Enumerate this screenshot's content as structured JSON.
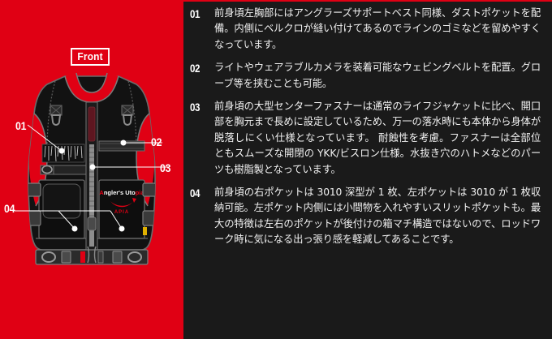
{
  "colors": {
    "brand_red": "#e00014",
    "panel_dark": "#1a1a1a",
    "text": "#f2f2f2",
    "vest_black": "#141414",
    "stitch_grey": "#6e6e6e"
  },
  "left_panel": {
    "view_label": "Front",
    "product_logo": {
      "brand_top": "Angler's Utopia",
      "brand_bottom": "APIA"
    },
    "callouts": [
      {
        "id": "01",
        "label": "01"
      },
      {
        "id": "02",
        "label": "02"
      },
      {
        "id": "03",
        "label": "03"
      },
      {
        "id": "04",
        "label": "04"
      }
    ]
  },
  "right_panel": {
    "items": [
      {
        "number": "01",
        "text": "前身頃左胸部にはアングラーズサポートベスト同様、ダストポケットを配備。内側にベルクロが縫い付けてあるのでラインのゴミなどを留めやすくなっています。"
      },
      {
        "number": "02",
        "text": "ライトやウェアラブルカメラを装着可能なウェビングベルトを配置。グローブ等を挟むことも可能。"
      },
      {
        "number": "03",
        "text": "前身頃の大型センターファスナーは通常のライフジャケットに比べ、開口部を胸元まで長めに設定しているため、万一の落水時にも本体から身体が脱落しにくい仕様となっています。\n耐蝕性を考慮。ファスナーは全部位ともスムーズな開閉の YKK/ビスロン仕様。水抜き穴のハトメなどのパーツも樹脂製となっています。"
      },
      {
        "number": "04",
        "text": "前身頃の右ポケットは 3010 深型が 1 枚、左ポケットは 3010 が 1 枚収納可能。左ポケット内側には小間物を入れやすいスリットポケットも。最大の特徴は左右のポケットが後付けの箱マチ構造ではないので、ロッドワーク時に気になる出っ張り感を軽減してあることです。"
      }
    ]
  }
}
